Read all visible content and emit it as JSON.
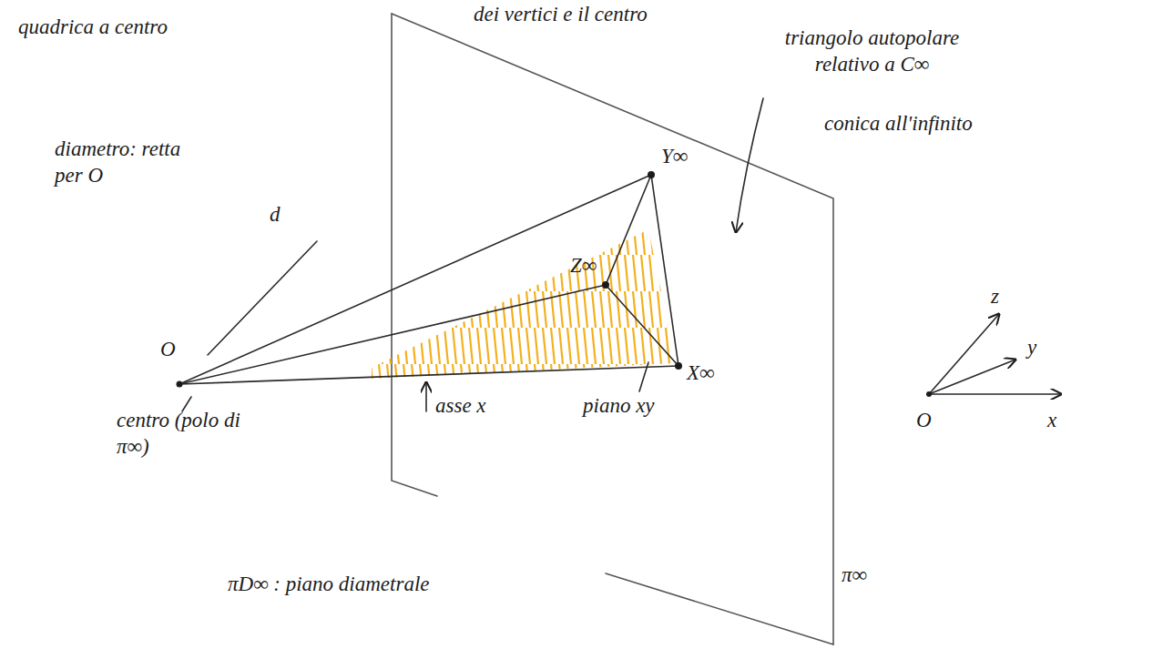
{
  "diagram": {
    "labels": [
      "quadrica a centro",
      "dei vertici e il centro",
      "triangolo autopolare relativo a C∞",
      "conica all'infinito",
      "diametro: retta per O",
      "d",
      "O",
      "centro (polo di π∞)",
      "Y∞",
      "Z∞",
      "X∞",
      "asse x",
      "piano xy",
      "π∞",
      "πD∞ : piano diametrale",
      "z",
      "y",
      "O",
      "x"
    ]
  }
}
